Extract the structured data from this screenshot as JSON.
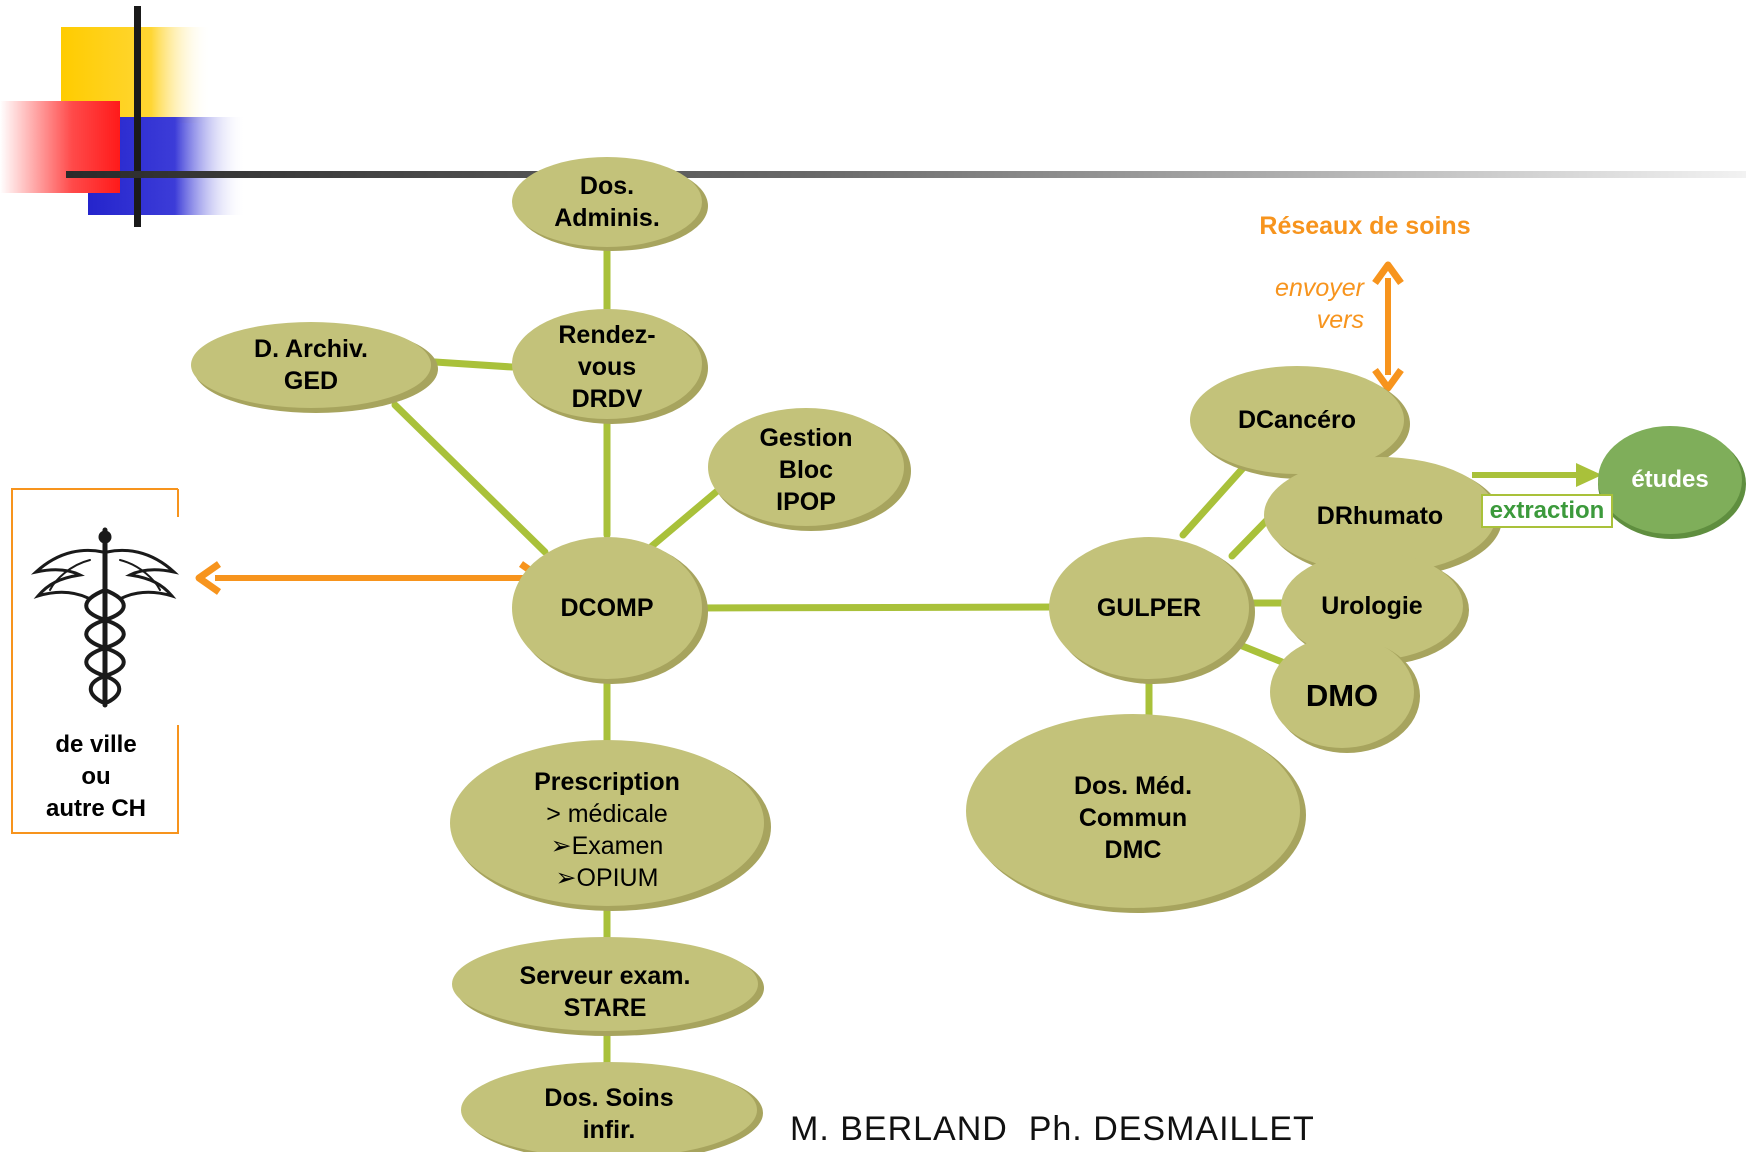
{
  "colors": {
    "node_fill": "#c3c27a",
    "node_shadow": "#a7a45e",
    "connector": "#a9c13a",
    "orange": "#f7941d",
    "etudes_fill": "#7fae5a",
    "extraction_text": "#3c9a3c",
    "header_yellow": "#ffcc00",
    "header_red": "#ff2a2a",
    "header_blue": "#2c2ccc"
  },
  "nodes": {
    "dos_adminis": [
      "Dos.",
      "Adminis."
    ],
    "rendez_vous": [
      "Rendez-",
      "vous",
      "DRDV"
    ],
    "d_archiv": [
      "D. Archiv.",
      "GED"
    ],
    "gestion_bloc": [
      "Gestion",
      "Bloc",
      "IPOP"
    ],
    "dcomp": [
      "DCOMP"
    ],
    "prescription": {
      "title": "Prescription",
      "items": [
        "> médicale",
        "➢Examen",
        "➢OPIUM"
      ]
    },
    "serveur_exam": [
      "Serveur exam.",
      "STARE"
    ],
    "dos_soins": [
      "Dos. Soins",
      "infir."
    ],
    "gulper": [
      "GULPER"
    ],
    "dcancero": [
      "DCancéro"
    ],
    "drhumato": [
      "DRhumato"
    ],
    "urologie": [
      "Urologie"
    ],
    "dmo": [
      "DMO"
    ],
    "dos_med_commun": [
      "Dos. Méd.",
      "Commun",
      "DMC"
    ],
    "etudes": [
      "études"
    ]
  },
  "labels": {
    "reseaux": "Réseaux de soins",
    "envoyer": "envoyer",
    "vers": "vers",
    "extraction": "extraction",
    "ville": [
      "de ville",
      "ou",
      "autre CH"
    ],
    "author": "M. BERLAND  Ph. DESMAILLET"
  },
  "icons": {
    "caduceus": "caduceus-icon"
  }
}
